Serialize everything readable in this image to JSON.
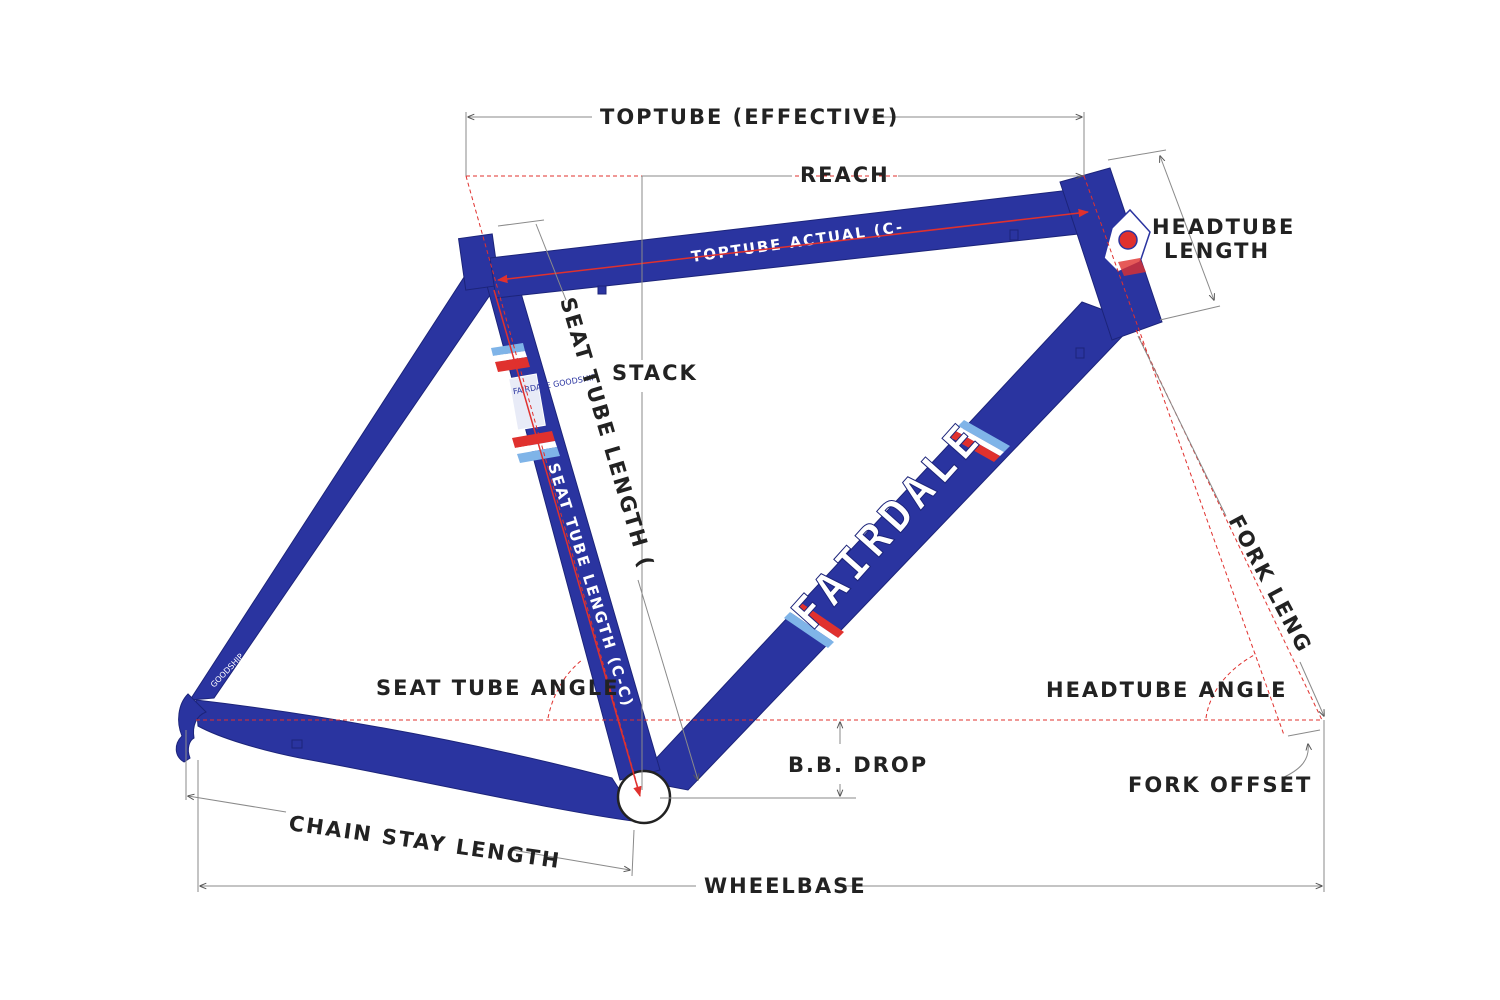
{
  "colors": {
    "frame": "#2a34a0",
    "frame_outline": "#1c247a",
    "stripe_red": "#e0312e",
    "stripe_light_blue": "#7fb4e8",
    "stripe_white": "#ffffff",
    "measure_line": "#9a9a9a",
    "guide_line": "#e0312e",
    "ink": "#222222"
  },
  "frame": {
    "brand": "FAIRDALE",
    "seat_tube_decal": "SEAT TUBE LENGTH (C-C)",
    "top_tube_decal": "TOPTUBE ACTUAL (C-C)",
    "chainstay_decal": "GOODSHIP",
    "seat_tube_badge": "FAIRDALE GOODSHIP"
  },
  "labels": {
    "top_tube_effective": "TOPTUBE (EFFECTIVE)",
    "reach": "REACH",
    "head_tube_length_line1": "HEADTUBE",
    "head_tube_length_line2": "LENGTH",
    "seat_tube_length_ct": "SEAT TUBE LENGTH (C-T)",
    "stack": "STACK",
    "fork_length": "FORK LENGTH",
    "seat_tube_angle": "SEAT TUBE ANGLE",
    "head_tube_angle": "HEADTUBE ANGLE",
    "bb_drop": "B.B. DROP",
    "fork_offset": "FORK OFFSET",
    "chain_stay_length": "CHAIN STAY LENGTH",
    "wheel_base": "WHEELBASE"
  },
  "icons": {
    "head_badge": "fairdale-head-badge-icon"
  }
}
